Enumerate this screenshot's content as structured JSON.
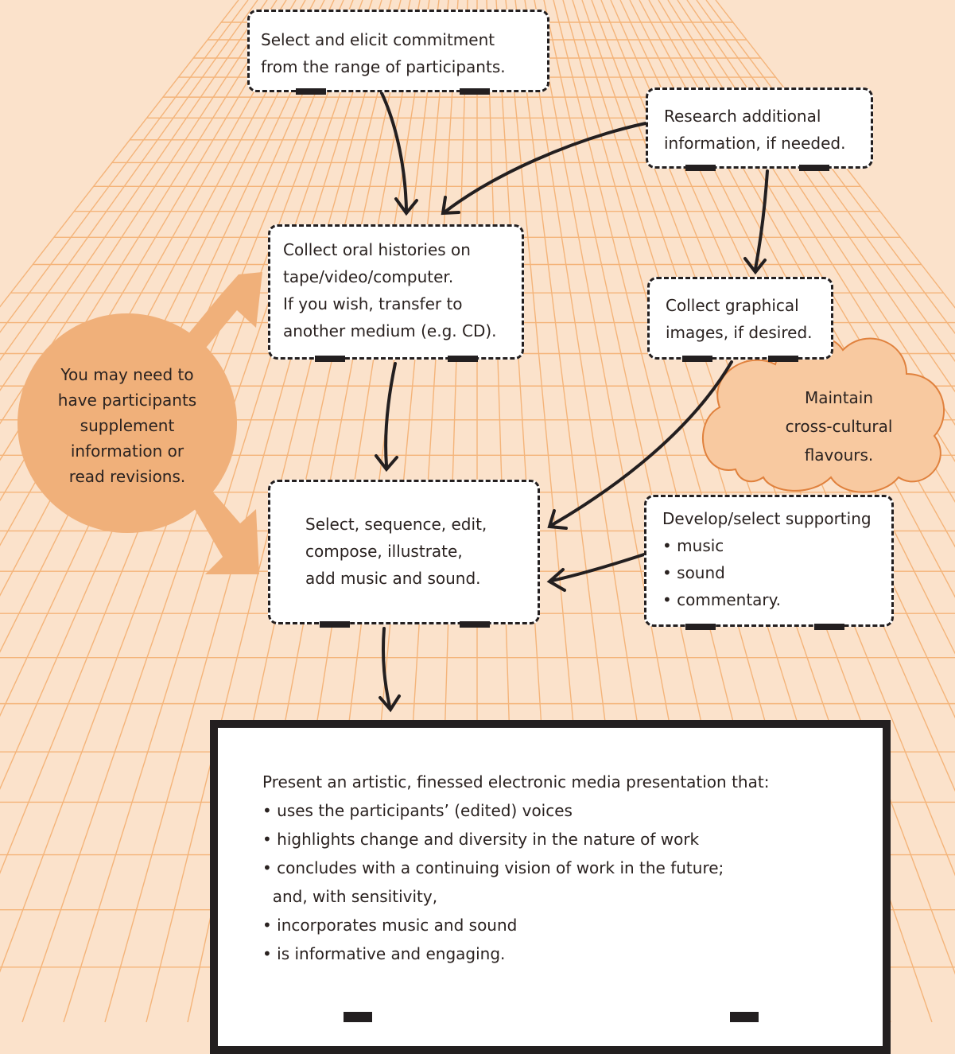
{
  "colors": {
    "background": "#fbe2cb",
    "grid_lines": "#f4b47a",
    "callout_fill": "#f0b07a",
    "cloud_fill": "#f8c9a0",
    "cloud_outline": "#e0813d",
    "box_border": "#231f20",
    "box_fill": "#ffffff"
  },
  "boxes": {
    "select_participants": [
      "Select and elicit commitment",
      "from the range of participants."
    ],
    "research": [
      "Research additional",
      "information, if needed."
    ],
    "collect_oral": [
      "Collect oral histories on",
      "tape/video/computer.",
      "If you wish, transfer to",
      "another medium (e.g. CD)."
    ],
    "collect_images": [
      "Collect graphical",
      "images, if desired."
    ],
    "edit": [
      "Select, sequence, edit,",
      "compose, illustrate,",
      "add music and sound."
    ],
    "supporting": [
      "Develop/select supporting",
      "• music",
      "• sound",
      "• commentary."
    ]
  },
  "callout": [
    "You may need to",
    "have participants",
    "supplement",
    "information or",
    "read revisions."
  ],
  "cloud": [
    "Maintain",
    "cross-cultural",
    "flavours."
  ],
  "final": [
    "Present an artistic, finessed electronic media presentation that:",
    "• uses the participants’ (edited) voices",
    "• highlights change and diversity in the nature of work",
    "• concludes with a continuing vision of work in the future;",
    "  and, with sensitivity,",
    "• incorporates music and sound",
    "• is informative and engaging."
  ]
}
